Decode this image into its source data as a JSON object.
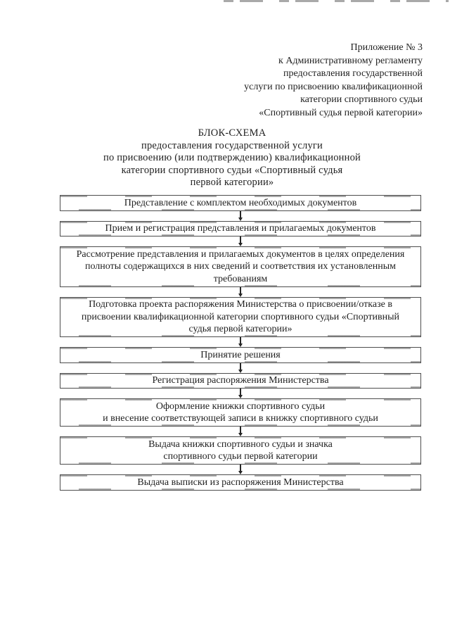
{
  "colors": {
    "paper": "#ffffff",
    "ink": "#1f1f1f",
    "box_border": "#4d4d4d",
    "scan_mark": "#9a9a9a"
  },
  "icons": {
    "flow_connector": "arrow-down-icon",
    "scan_artifact": "scan-noise-dashes"
  },
  "appendix_header": {
    "lines": [
      "Приложение № 3",
      "к Административному регламенту",
      "предоставления государственной",
      "услуги по присвоению квалификационной",
      "категории спортивного судьи",
      "«Спортивный судья первой категории»"
    ]
  },
  "title": {
    "lines": [
      "БЛОК-СХЕМА",
      "предоставления государственной услуги",
      "по присвоению (или подтверждению) квалификационной",
      "категории спортивного судьи «Спортивный судья",
      "первой категории»"
    ]
  },
  "flowchart": {
    "steps": [
      "Представление с комплектом необходимых документов",
      "Прием и регистрация представления и прилагаемых документов",
      "Рассмотрение представления и прилагаемых документов в целях определения\nполноты содержащихся в них сведений и соответствия их установленным\nтребованиям",
      "Подготовка проекта распоряжения Министерства о присвоении/отказе в\nприсвоении квалификационной категории спортивного судьи «Спортивный\nсудья первой категории»",
      "Принятие решения",
      "Регистрация распоряжения Министерства",
      "Оформление книжки спортивного судьи\nи внесение соответствующей записи в книжку спортивного судьи",
      "Выдача книжки спортивного судьи и значка\nспортивного судьи первой категории",
      "Выдача выписки из распоряжения Министерства"
    ]
  }
}
